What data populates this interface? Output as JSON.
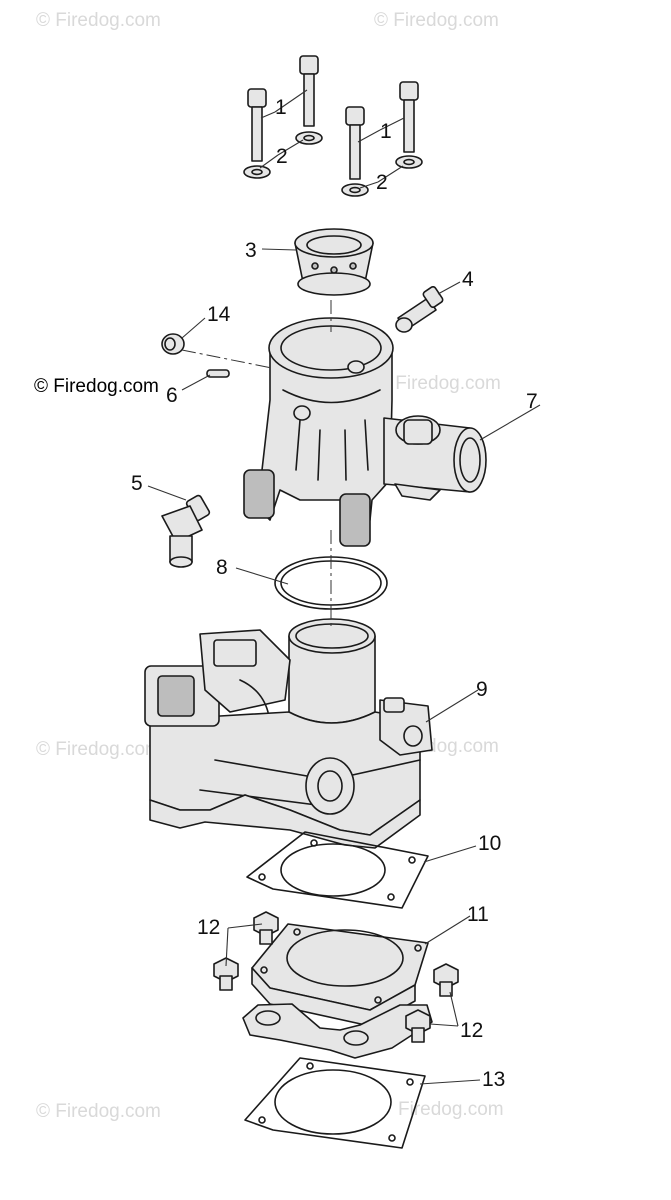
{
  "watermarks": {
    "main": "© Firedog.com",
    "faded": "© Firedog.com",
    "faded_short": "Firedog.com"
  },
  "callouts": {
    "c1a": "1",
    "c1b": "1",
    "c2a": "2",
    "c2b": "2",
    "c3": "3",
    "c4": "4",
    "c5": "5",
    "c6": "6",
    "c7": "7",
    "c8": "8",
    "c9": "9",
    "c10": "10",
    "c11": "11",
    "c12a": "12",
    "c12b": "12",
    "c13": "13",
    "c14": "14"
  },
  "colors": {
    "line": "#1a1a1a",
    "fill": "#e6e6e6",
    "shade": "#bdbdbd",
    "watermark": "#d9d9d9"
  }
}
